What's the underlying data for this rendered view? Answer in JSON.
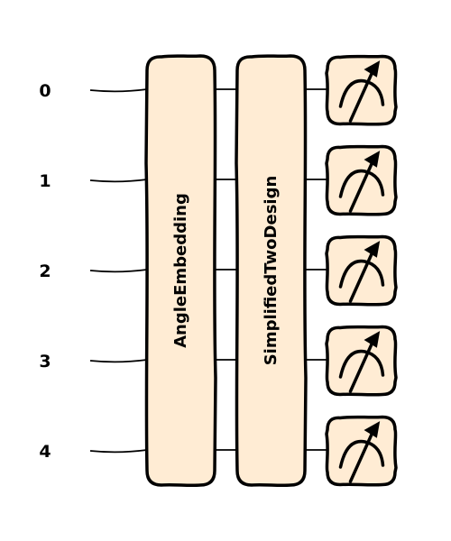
{
  "diagram": {
    "wires": [
      "0",
      "1",
      "2",
      "3",
      "4"
    ],
    "gates": [
      {
        "label": "AngleEmbedding"
      },
      {
        "label": "SimplifiedTwoDesign"
      }
    ],
    "measurement": {
      "icon": "measurement-meter-icon"
    },
    "colors": {
      "gate_fill": "#ffecd4",
      "stroke": "#000000",
      "background": "#ffffff"
    }
  }
}
